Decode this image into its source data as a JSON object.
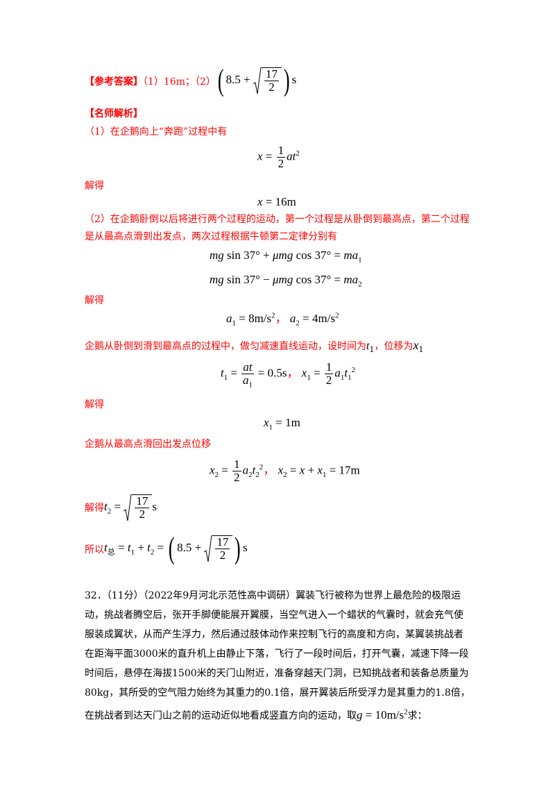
{
  "answer": {
    "label": "【参考答案】",
    "part1": "（1）16m；（2）"
  },
  "analysis_label": "【名师解析】",
  "lines": {
    "l1": "（1）在企鹅向上“奔跑”过程中有",
    "jiede": "解得",
    "l2a": "（2）在企鹅卧倒以后将进行两个过程的运动，第一个过程是从卧倒到最高点，第二个过程",
    "l2b": "是从最高点滑到出发点，两次过程根据牛顿第二定律分别有",
    "l3": "企鹅从卧倒到滑到最高点的过程中，做匀减速直线运动，设时间为",
    "l3b": "，位移为",
    "l4": "企鹅从最高点滑回出发点位移",
    "l5": "所以"
  },
  "problem": {
    "header": "32．（11分）（2022年9月河北示范性高中调研）翼装飞行被称为世界上最危险的极限运",
    "p2": "动，挑战者腾空后，张开手脚便能展开翼膜，当空气进入一个蜡状的气囊时，就会充气使",
    "p3": "服装成翼状，从而产生浮力，然后通过肢体动作来控制飞行的高度和方向，某翼装挑战者",
    "p4": "在距海平面3000米的直升机上由静止下落，飞行了一段时间后，打开气囊，减速下降一段",
    "p5": "时间后，悬停在海拔1500米的天门山附近，准备穿越天门洞，已知挑战者和装备总质量为",
    "p6": "80kg，其所受的空气阻力始终为其重力的0.1倍，展开翼装后所受浮力是其重力的1.8倍，",
    "p7a": "在挑战者到达天门山之前的运动近似地看成竖直方向的运动，取",
    "p7b": "求："
  },
  "colors": {
    "accent": "#ff0000",
    "text": "#000000"
  }
}
